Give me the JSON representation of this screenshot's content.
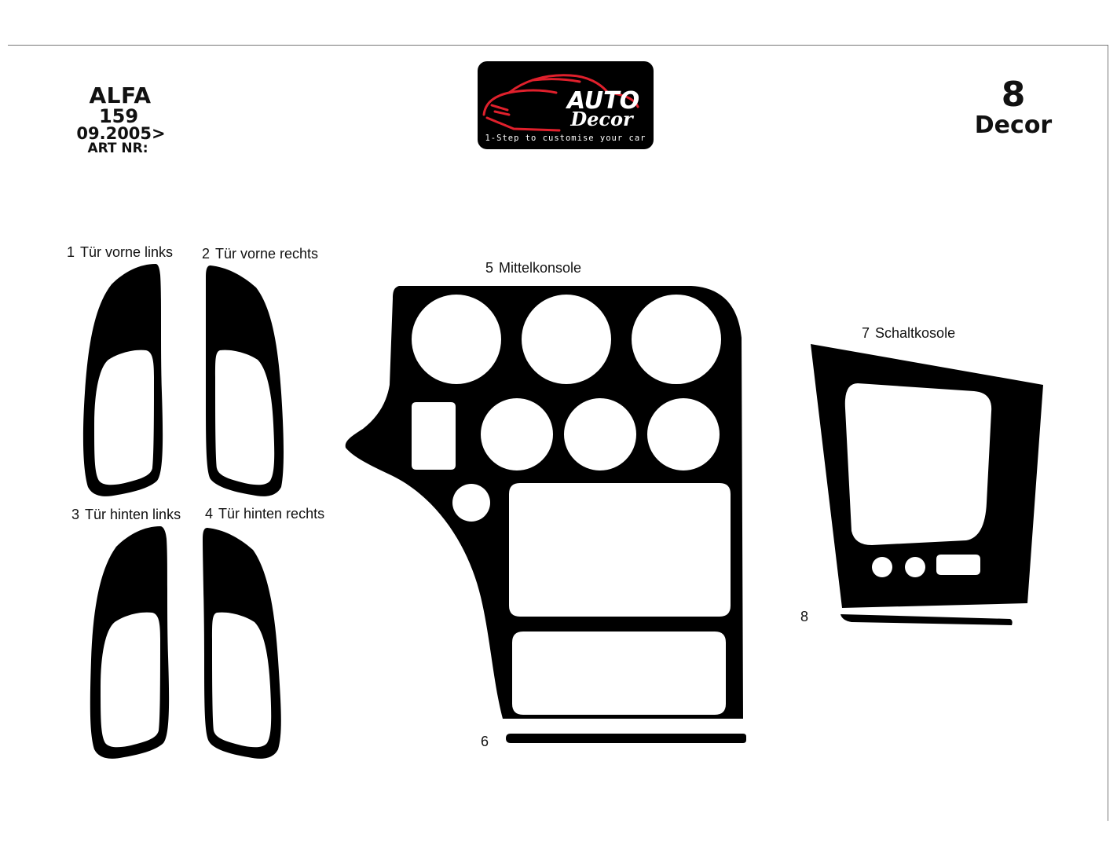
{
  "header": {
    "make": "ALFA",
    "model": "159",
    "date": "09.2005>",
    "art_nr_label": "ART NR:"
  },
  "piece_count": {
    "count": "8",
    "label": "Decor"
  },
  "logo": {
    "word_top": "AUTO",
    "word_bottom": "Decor",
    "tagline": "1-Step to customise your car",
    "colors": {
      "background": "#000000",
      "car": "#e0202c",
      "text": "#ffffff"
    },
    "icon": "car-silhouette-icon"
  },
  "parts": [
    {
      "number": "1",
      "name": "Tür vorne links"
    },
    {
      "number": "2",
      "name": "Tür vorne rechts"
    },
    {
      "number": "3",
      "name": "Tür hinten links"
    },
    {
      "number": "4",
      "name": "Tür hinten rechts"
    },
    {
      "number": "5",
      "name": "Mittelkonsole"
    },
    {
      "number": "6",
      "name": ""
    },
    {
      "number": "7",
      "name": "Schaltkosole"
    },
    {
      "number": "8",
      "name": ""
    }
  ],
  "colors": {
    "part_fill": "#000000",
    "background": "#ffffff",
    "frame": "#777777"
  }
}
